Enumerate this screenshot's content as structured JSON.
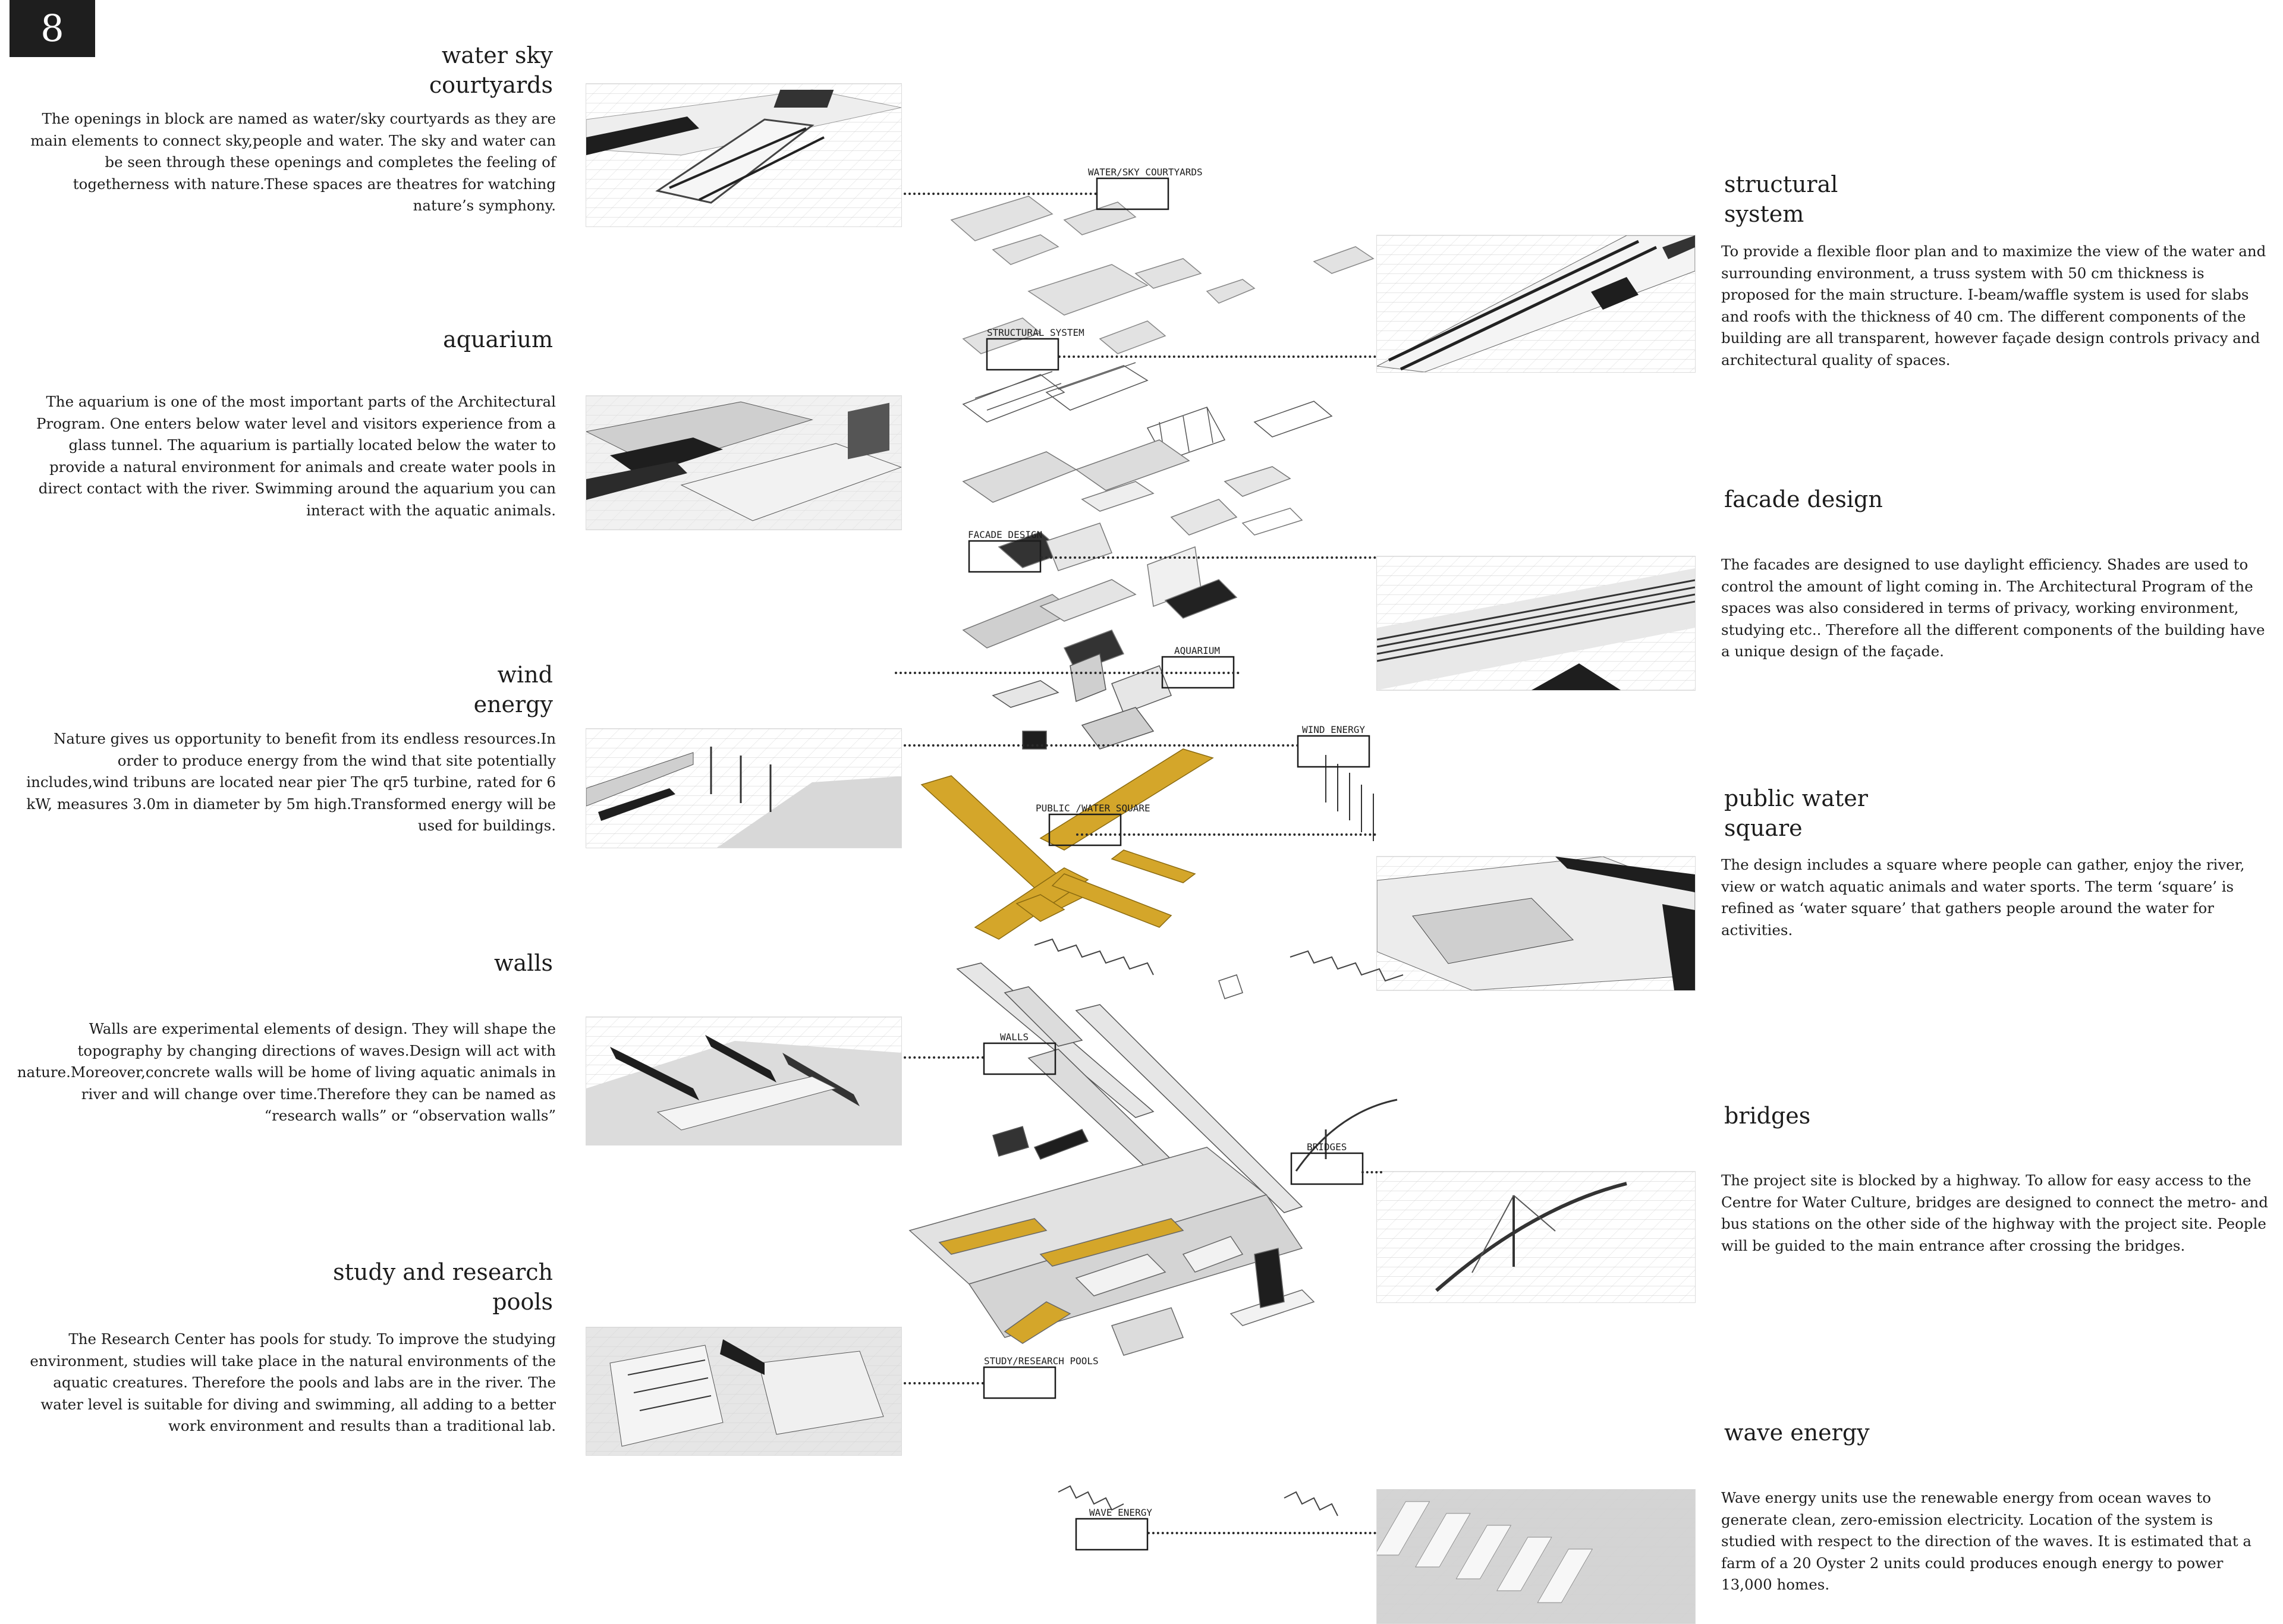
{
  "page_number": "8",
  "colors": {
    "accent_yellow": "#d4a62a",
    "dark_block": "#1e1e1e",
    "grid_line": "#cfcfcf",
    "panel_grey": "#d9d9d9"
  },
  "sections": {
    "water_sky": {
      "title": "water sky\ncourtyards",
      "body": "The openings in block are named as water/sky courtyards as they are main elements to connect sky,people and water. The sky and water can be seen through these openings and completes the feeling of togetherness with nature.These spaces are theatres for watching nature’s symphony."
    },
    "aquarium": {
      "title": "aquarium",
      "body": "The aquarium is one of the most important parts of the Architectural Program. One enters below water level and visitors experience from a glass tunnel. The aquarium is partially located below the water to provide a natural environment for animals and create water pools in direct contact with the river. Swimming around the aquarium you can interact with the aquatic animals."
    },
    "wind_energy": {
      "title": "wind\nenergy",
      "body": "Nature gives us opportunity to benefit from its endless resources.In order to produce energy from the wind that site potentially includes,wind tribuns are located near pier The qr5 turbine, rated for 6 kW, measures 3.0m in diameter by 5m high.Transformed energy will be used for buildings."
    },
    "walls": {
      "title": "walls",
      "body": "Walls are experimental elements of design. They will shape the topography by changing directions of waves.Design will act with nature.Moreover,concrete walls will be home of living aquatic animals in river and will change over time.Therefore they can be named as “research walls” or “observation walls”"
    },
    "study_pools": {
      "title": "study and research\npools",
      "body": "The Research Center has pools for study. To improve the studying environment, studies will take place in the natural environments of the aquatic creatures. Therefore the pools and labs are in the river. The water level is suitable for diving and swimming, all adding to a better work environment and results than a traditional lab."
    },
    "structural": {
      "title": "structural\nsystem",
      "body": "To provide a flexible floor plan and to maximize the view of the water and surrounding environment, a truss system with 50 cm thickness is proposed for the main structure. I-beam/waffle system is used for slabs and roofs with the thickness of 40 cm. The different components of the building are all transparent, however façade design controls privacy and architectural quality of spaces."
    },
    "facade": {
      "title": "facade design",
      "body": "The facades are designed to use daylight efficiency. Shades are used to control the amount of light coming in. The Architectural Program of the spaces was also considered in terms of privacy, working environment, studying etc.. Therefore all the different components of the building have a unique design of the façade."
    },
    "public_square": {
      "title": "public water\nsquare",
      "body": "The design includes a square where people can gather, enjoy the river, view or watch aquatic animals and water sports. The term ‘square’ is refined as ‘water square’ that gathers people around the water for activities."
    },
    "bridges": {
      "title": "bridges",
      "body": "The project site is blocked by a highway. To allow for easy access to the Centre for Water Culture, bridges are designed to connect the metro- and bus stations on the other side of the highway with the project site. People will be guided to the main entrance after crossing the bridges."
    },
    "wave_energy": {
      "title": "wave energy",
      "body": "Wave energy units use the renewable energy from ocean waves to generate clean, zero-emission electricity. Location of the system is studied with respect to the direction of the waves. It is estimated that a farm of a 20 Oyster 2 units could produces enough energy to power 13,000 homes."
    }
  },
  "callouts": {
    "water_sky": "WATER/SKY COURTYARDS",
    "structural": "STRUCTURAL SYSTEM",
    "facade": "FACADE DESIGN",
    "aquarium": "AQUARIUM",
    "wind": "WIND ENERGY",
    "public_square": "PUBLIC /WATER SQUARE",
    "walls": "WALLS",
    "bridges": "BRIDGES",
    "study_pools": "STUDY/RESEARCH POOLS",
    "wave": "WAVE ENERGY"
  }
}
